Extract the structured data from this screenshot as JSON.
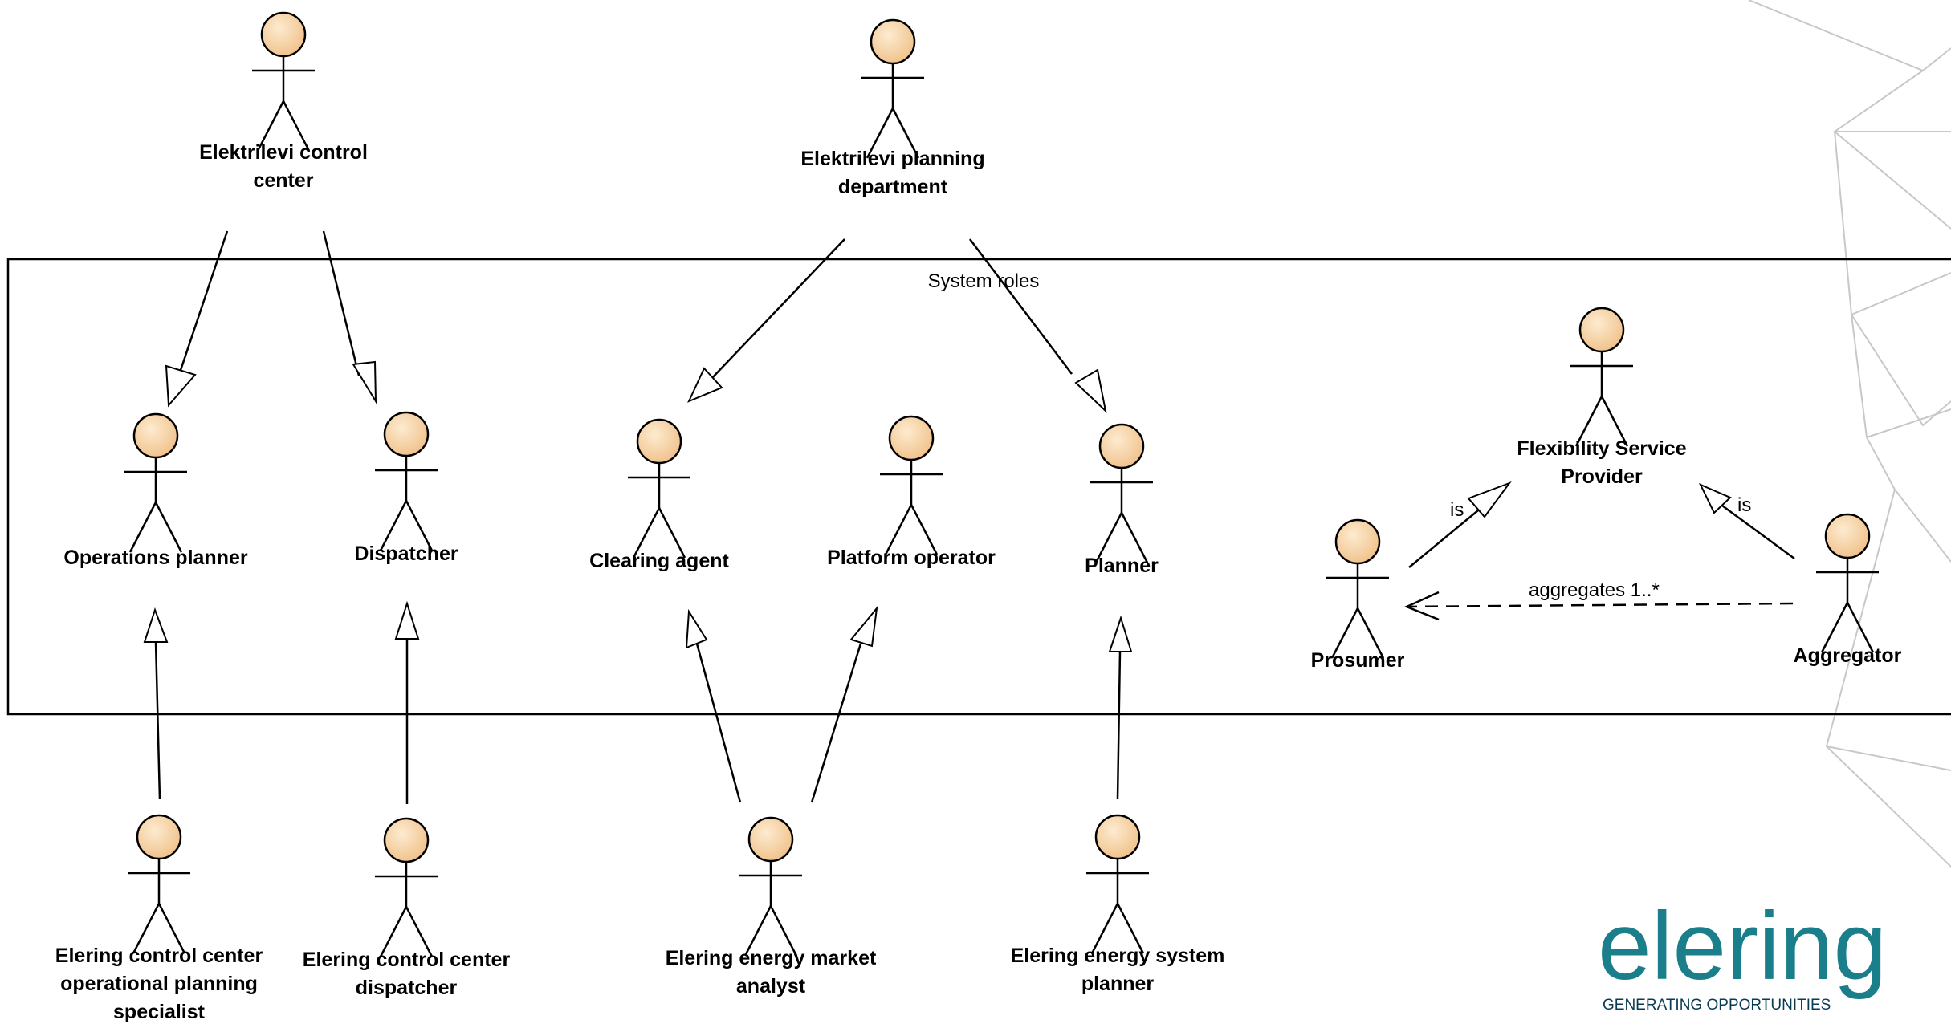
{
  "boundary": {
    "label": "System roles"
  },
  "actors": {
    "control_center": [
      "Elektrilevi control",
      "center"
    ],
    "planning_department": [
      "Elektrilevi planning",
      "department"
    ],
    "operations_planner": [
      "Operations planner"
    ],
    "dispatcher": [
      "Dispatcher"
    ],
    "clearing_agent": [
      "Clearing agent"
    ],
    "platform_operator": [
      "Platform operator"
    ],
    "planner": [
      "Planner"
    ],
    "flexibility_provider": [
      "Flexibility Service",
      "Provider"
    ],
    "prosumer": [
      "Prosumer"
    ],
    "aggregator": [
      "Aggregator"
    ],
    "elering_ops_specialist": [
      "Elering control center",
      "operational planning",
      "specialist"
    ],
    "elering_dispatcher": [
      "Elering control center",
      "dispatcher"
    ],
    "elering_market_analyst": [
      "Elering energy market",
      "analyst"
    ],
    "elering_system_planner": [
      "Elering energy system",
      "planner"
    ]
  },
  "relations": {
    "prosumer_is": "is",
    "aggregator_is": "is",
    "aggregates": "aggregates 1..*"
  },
  "logo": {
    "wordmark": "elering",
    "tagline": "GENERATING OPPORTUNITIES",
    "color": "#1a7f8a"
  },
  "colors": {
    "actor_fill": "#f8d8a6",
    "line": "#000000",
    "background_mesh": "#c8c8c8"
  }
}
